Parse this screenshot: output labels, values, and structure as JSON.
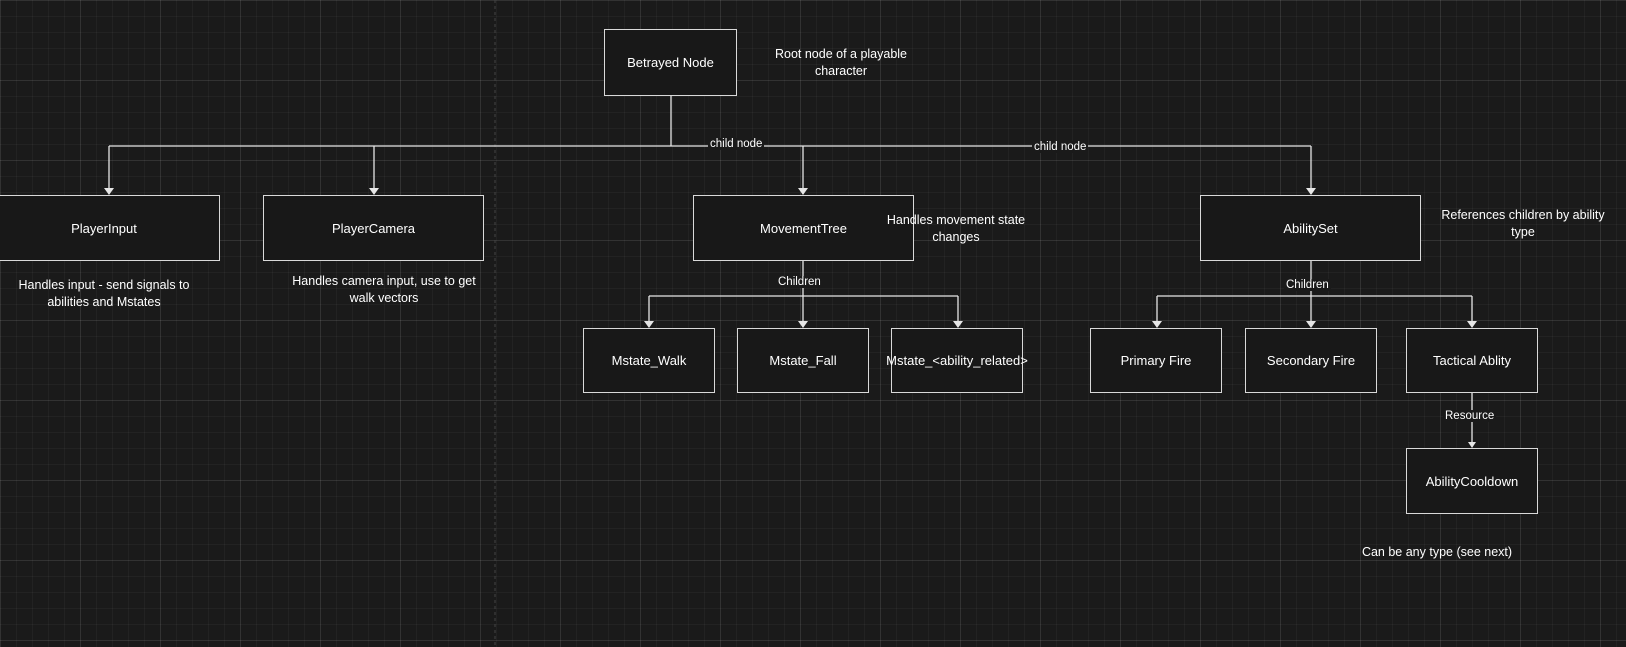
{
  "nodes": {
    "betrayed": "Betrayed Node",
    "player_input": "PlayerInput",
    "player_camera": "PlayerCamera",
    "movement_tree": "MovementTree",
    "ability_set": "AbilitySet",
    "mstate_walk": "Mstate_Walk",
    "mstate_fall": "Mstate_Fall",
    "mstate_ability": "Mstate_<ability_related>",
    "primary_fire": "Primary Fire",
    "secondary_fire": "Secondary Fire",
    "tactical_ability": "Tactical Ablity",
    "ability_cooldown": "AbilityCooldown"
  },
  "notes": {
    "root": "Root node of a playable character",
    "player_input": "Handles input - send signals to abilities and Mstates",
    "player_camera": "Handles camera input, use to get walk vectors",
    "movement_tree": "Handles movement  state changes",
    "ability_set": "References children by ability type",
    "any_type": "Can be any type (see next)"
  },
  "edge_labels": {
    "child_node_1": "child node",
    "child_node_2": "child node",
    "children_movement": "Children",
    "children_ability": "Children",
    "resource": "Resource"
  }
}
